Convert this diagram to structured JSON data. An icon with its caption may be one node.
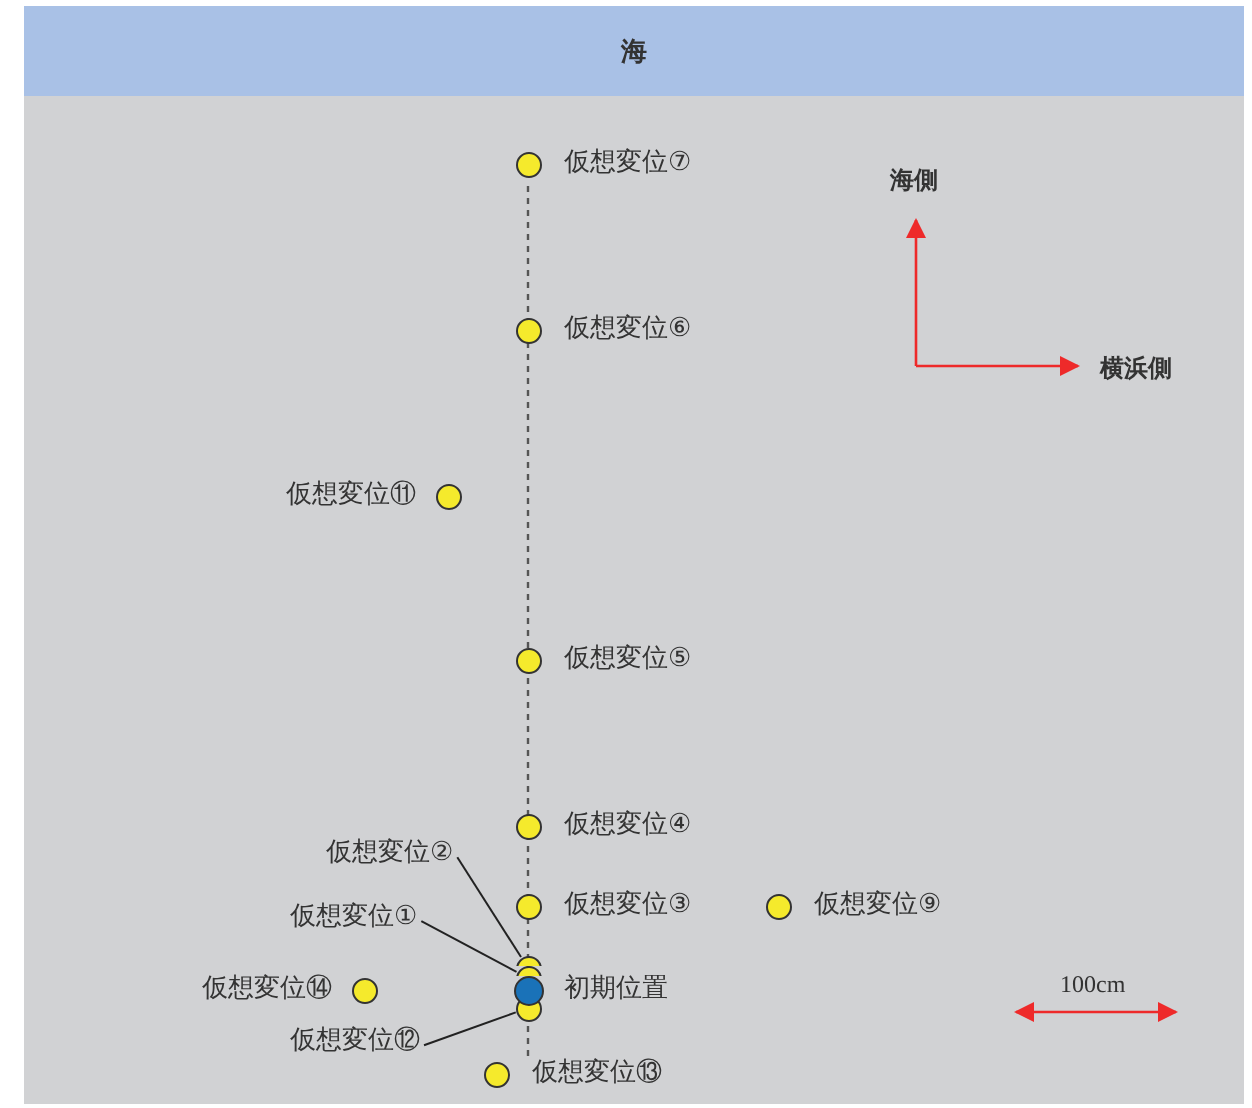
{
  "diagram": {
    "nodes": [
      {
        "text": [
          "海"
        ]
      },
      {
        "text": [],
        "shape": "circle",
        "beside": [
          "仮想変位⑦"
        ]
      },
      {
        "text": [],
        "shape": "circle",
        "beside": [
          "仮想変位⑥"
        ]
      },
      {
        "text": [],
        "shape": "circle",
        "beside": [
          "仮想変位⑪"
        ]
      },
      {
        "text": [],
        "shape": "circle",
        "beside": [
          "仮想変位⑤"
        ]
      },
      {
        "text": [],
        "shape": "circle",
        "beside": [
          "仮想変位④"
        ]
      },
      {
        "text": [
          "仮想変位②"
        ]
      },
      {
        "text": [],
        "shape": "circle",
        "beside": [
          "仮想変位③"
        ]
      },
      {
        "text": [],
        "shape": "circle",
        "beside": [
          "仮想変位⑨"
        ]
      },
      {
        "text": [
          "仮想変位①"
        ]
      },
      {
        "text": [],
        "shape": "circle"
      },
      {
        "text": [],
        "shape": "circle"
      },
      {
        "text": [],
        "shape": "circle",
        "beside": [
          "仮想変位⑭"
        ]
      },
      {
        "text": [],
        "shape": "circle",
        "beside": [
          "初期位置"
        ]
      },
      {
        "text": [
          "仮想変位⑫"
        ]
      },
      {
        "text": [],
        "shape": "circle"
      },
      {
        "text": [],
        "shape": "circle",
        "beside": [
          "仮想変位⑬"
        ]
      }
    ],
    "edges": [
      {
        "from": 6,
        "to": 10,
        "arrow": "none"
      },
      {
        "from": 9,
        "to": 11,
        "arrow": "none"
      },
      {
        "from": 14,
        "to": 15,
        "arrow": "none"
      }
    ],
    "labels": [
      "海側",
      "横浜側",
      "100cm"
    ]
  }
}
